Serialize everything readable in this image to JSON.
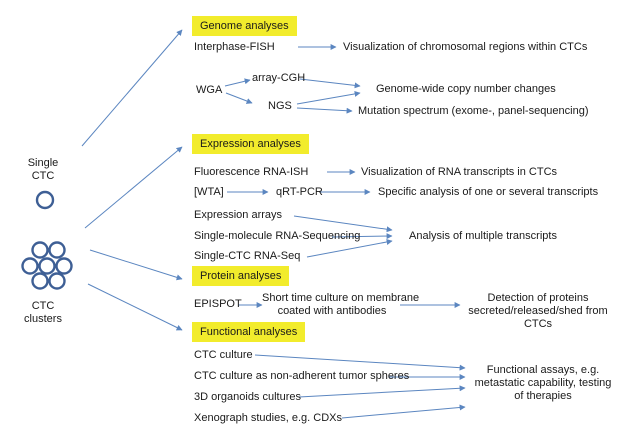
{
  "single": {
    "line1": "Single",
    "line2": "CTC"
  },
  "cluster": {
    "line1": "CTC",
    "line2": "clusters"
  },
  "genome": {
    "header": "Genome analyses",
    "fish": "Interphase-FISH",
    "fish_result": "Visualization of chromosomal regions within CTCs",
    "wga": "WGA",
    "acgh": "array-CGH",
    "ngs": "NGS",
    "copy_number": "Genome-wide copy number changes",
    "mutation": "Mutation spectrum (exome-, panel-sequencing)"
  },
  "expression": {
    "header": "Expression analyses",
    "rna_ish": "Fluorescence RNA-ISH",
    "rna_ish_result": "Visualization of RNA transcripts in CTCs",
    "wta": "[WTA]",
    "qrtpcr": "qRT-PCR",
    "qrtpcr_result": "Specific analysis of one or several transcripts",
    "arrays": "Expression arrays",
    "single_molecule": "Single-molecule RNA-Sequencing",
    "single_ctc": "Single-CTC RNA-Seq",
    "multiple": "Analysis of multiple transcripts"
  },
  "protein": {
    "header": "Protein analyses",
    "epispot": "EPISPOT",
    "culture_line1": "Short time culture on membrane",
    "culture_line2": "coated with antibodies",
    "detection_line1": "Detection of proteins",
    "detection_line2": "secreted/released/shed from",
    "detection_line3": "CTCs"
  },
  "functional": {
    "header": "Functional analyses",
    "culture": "CTC culture",
    "spheres": "CTC culture as non-adherent tumor spheres",
    "organoids": "3D organoids cultures",
    "xenograph": "Xenograph studies, e.g. CDXs",
    "assays_line1": "Functional assays, e.g.",
    "assays_line2": "metastatic capability, testing",
    "assays_line3": "of therapies"
  },
  "colors": {
    "highlight": "#f2ec2c",
    "arrow": "#5b86c0",
    "cell": "#3e5f95"
  }
}
